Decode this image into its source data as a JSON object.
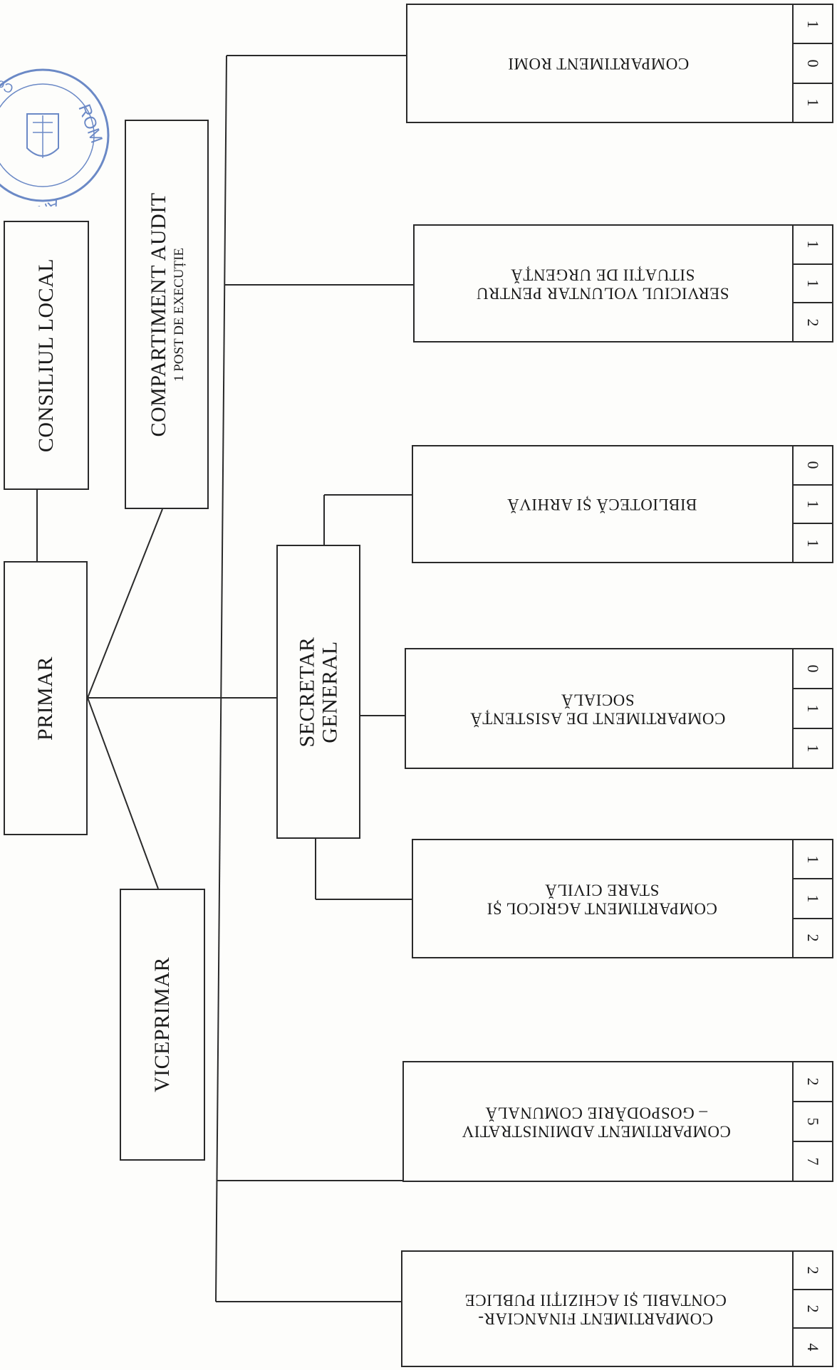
{
  "stamp": {
    "text_top": "Com.",
    "text_bottom": "ROMANIA"
  },
  "consiliu_local": "CONSILIUL LOCAL",
  "audit": {
    "title": "COMPARTIMENT AUDIT",
    "subtitle": "1 POST DE EXECUȚIE"
  },
  "primar": "PRIMAR",
  "viceprimar": "VICEPRIMAR",
  "secretar": {
    "line1": "SECRETAR",
    "line2": "GENERAL"
  },
  "departments": [
    {
      "lines": [
        "COMPARTIMENT ROMI"
      ],
      "counts": [
        "1",
        "0",
        "1"
      ]
    },
    {
      "lines": [
        "SERVICIUL VOLUNTAR PENTRU",
        "SITUAȚII DE URGENȚĂ"
      ],
      "counts": [
        "2",
        "1",
        "1"
      ]
    },
    {
      "lines": [
        "BIBLIOTECĂ ȘI ARHIVĂ"
      ],
      "counts": [
        "1",
        "1",
        "0"
      ]
    },
    {
      "lines": [
        "COMPARTIMENT DE ASISTENȚĂ",
        "SOCIALĂ"
      ],
      "counts": [
        "1",
        "1",
        "0"
      ]
    },
    {
      "lines": [
        "COMPARTIMENT AGRICOL ȘI",
        "STARE CIVILĂ"
      ],
      "counts": [
        "2",
        "1",
        "1"
      ]
    },
    {
      "lines": [
        "COMPARTIMENT ADMINISTRATIV",
        "– GOSPODĂRIE COMUNALĂ"
      ],
      "counts": [
        "7",
        "5",
        "2"
      ]
    },
    {
      "lines": [
        "COMPARTIMENT FINANCIAR-",
        "CONTABIL ȘI ACHIZIȚII PUBLICE"
      ],
      "counts": [
        "4",
        "2",
        "2"
      ]
    }
  ]
}
